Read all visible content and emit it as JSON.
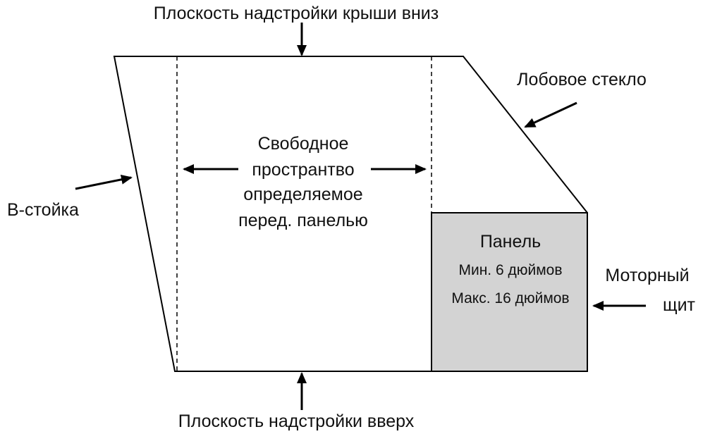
{
  "labels": {
    "roof_down": "Плоскость надстройки крыши вниз",
    "floor_up": "Плоскость надстройки вверх",
    "windshield": "Лобовое стекло",
    "b_pillar": "В-стойка",
    "free_space": [
      "Свободное",
      "пространтво",
      "определяемое",
      "перед. панелью"
    ],
    "firewall": [
      "Моторный",
      "щит"
    ]
  },
  "panel": {
    "title": "Панель",
    "min": "Мин. 6 дюймов",
    "max": "Макс. 16 дюймов",
    "fill_color": "#d3d3d3"
  }
}
